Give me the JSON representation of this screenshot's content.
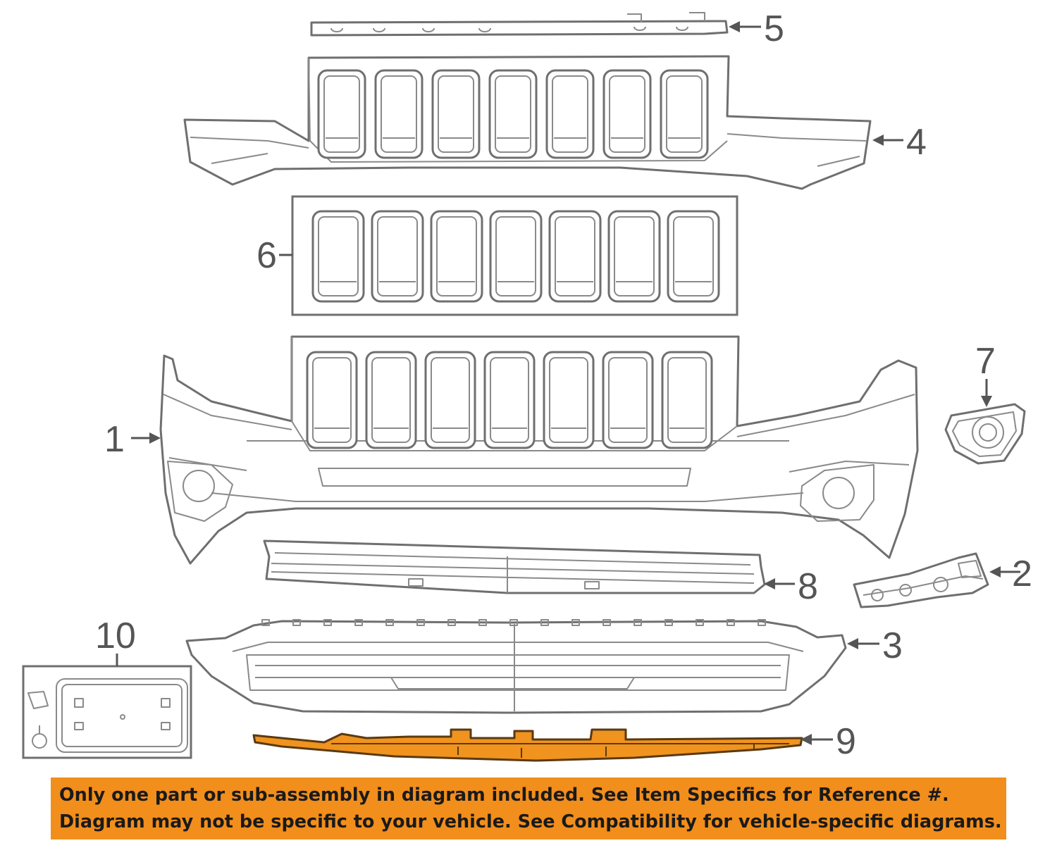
{
  "callouts": {
    "c1": "1",
    "c2": "2",
    "c3": "3",
    "c4": "4",
    "c5": "5",
    "c6": "6",
    "c7": "7",
    "c8": "8",
    "c9": "9",
    "c10": "10"
  },
  "notice": {
    "line1": "Only one part or sub-assembly in diagram included. See Item Specifics for Reference #.",
    "line2": "Diagram may not be specific to your vehicle. See Compatibility for vehicle-specific diagrams."
  },
  "colors": {
    "highlight_part": "#f0931f",
    "banner_background": "#f28e1c",
    "line_art": "#6f6f6f"
  }
}
